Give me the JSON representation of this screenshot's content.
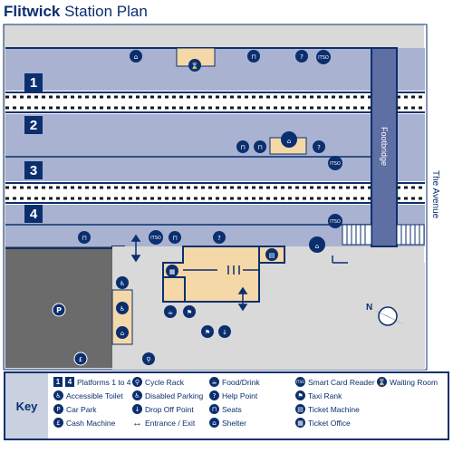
{
  "title": {
    "station": "Flitwick",
    "suffix": "Station Plan"
  },
  "platforms": [
    "1",
    "2",
    "3",
    "4"
  ],
  "labels": {
    "footbridge": "Footbridge",
    "road": "The Avenue",
    "itso": "ITSO",
    "compass": "N"
  },
  "key": {
    "heading": "Key",
    "platforms_label": "Platforms 1 to 4",
    "platform_first": "1",
    "platform_last": "4",
    "items": [
      {
        "label": "Accessible Toilet",
        "icon": "accessible-toilet-icon",
        "glyph": "♿"
      },
      {
        "label": "Car Park",
        "icon": "car-park-icon",
        "glyph": "P"
      },
      {
        "label": "Cash Machine",
        "icon": "cash-machine-icon",
        "glyph": "£"
      },
      {
        "label": "Cycle Rack",
        "icon": "cycle-rack-icon",
        "glyph": "⚲"
      },
      {
        "label": "Disabled Parking",
        "icon": "disabled-parking-icon",
        "glyph": "♿"
      },
      {
        "label": "Drop Off Point",
        "icon": "drop-off-point-icon",
        "glyph": "↓"
      },
      {
        "label": "Entrance / Exit",
        "icon": "entrance-exit-icon",
        "glyph": "↔"
      },
      {
        "label": "Food/Drink",
        "icon": "food-drink-icon",
        "glyph": "☕"
      },
      {
        "label": "Help Point",
        "icon": "help-point-icon",
        "glyph": "?"
      },
      {
        "label": "Seats",
        "icon": "seats-icon",
        "glyph": "⊓"
      },
      {
        "label": "Shelter",
        "icon": "shelter-icon",
        "glyph": "⌂"
      },
      {
        "label": "Smart Card Reader",
        "icon": "smart-card-reader-icon",
        "glyph": "ITSO"
      },
      {
        "label": "Taxi Rank",
        "icon": "taxi-rank-icon",
        "glyph": "⚑"
      },
      {
        "label": "Ticket Machine",
        "icon": "ticket-machine-icon",
        "glyph": "▤"
      },
      {
        "label": "Ticket Office",
        "icon": "ticket-office-icon",
        "glyph": "▦"
      },
      {
        "label": "Waiting Room",
        "icon": "waiting-room-icon",
        "glyph": "⌛"
      }
    ]
  },
  "colors": {
    "navy": "#0b2f6e",
    "platform": "#a9b3d1",
    "building": "#f5d8a8",
    "car_park": "#6b6b6b",
    "ground": "#d9d9d9"
  }
}
